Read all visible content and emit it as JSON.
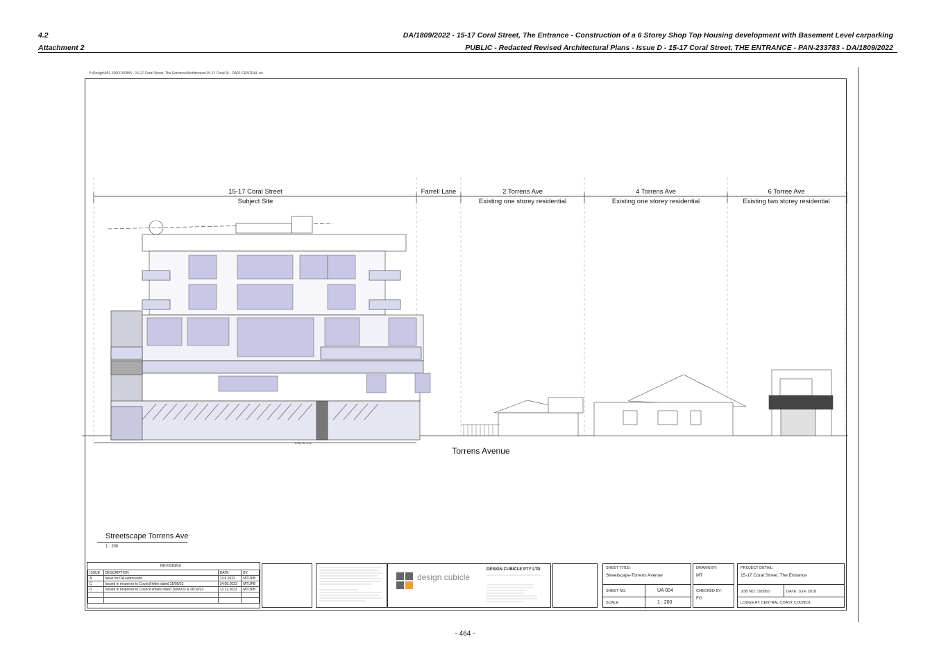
{
  "header": {
    "item_number": "4.2",
    "attachment": "Attachment 2",
    "line1": "DA/1809/2022 - 15-17 Coral Street, The Entrance - Construction of a 6 Storey Shop Top Housing development with Basement Level carparking",
    "line2": "PUBLIC - Redacted Revised Architectural Plans - Issue D - 15-17 Coral Street, THE ENTRANCE - PAN-233783 - DA/1809/2022"
  },
  "file_path": "Y:\\Design\\951-1000\\190955 - 15-17 Coral Street, The Entrance\\Architecture\\15-17 Coral St - DA01-CENTRAL.rvt",
  "sites": [
    {
      "name": "15-17 Coral Street",
      "desc": "Subject Site"
    },
    {
      "name": "Farrell  Lane",
      "desc": ""
    },
    {
      "name": "2 Torrens Ave",
      "desc": "Existing one storey residential"
    },
    {
      "name": "4 Torrens Ave",
      "desc": "Existing one storey residential"
    },
    {
      "name": "6 Torree Ave",
      "desc": "Existing two storey residential"
    }
  ],
  "street_label": "Torrens Avenue",
  "entry_label": "Entry RL 3.11",
  "view_title": "Streetscape Torrens Ave",
  "view_scale": "1 : 200",
  "revisions": {
    "title": "REVISIONS",
    "headers": [
      "ISSUE",
      "DESCRIPTION",
      "DATE",
      "BY"
    ],
    "rows": [
      [
        "A",
        "Issue for DA submission",
        "13.6.2022",
        "MT/JPB"
      ],
      [
        "C",
        "Issued in response to Council letter dated 25/05/23",
        "14.08.2023",
        "MT/JPB"
      ],
      [
        "D",
        "Issued in response to Council emails dated 16/06/23 & 26/10/23",
        "13.12.2023",
        "MT/JPB"
      ]
    ]
  },
  "firm": {
    "name": "DESIGN CUBICLE PTY LTD",
    "logo_text": "design cubicle"
  },
  "sheet": {
    "title_label": "SHEET TITLE:",
    "title": "Streetscape-Torrens Avenue",
    "no_label": "SHEET NO:",
    "no": "UA 004",
    "scale_label": "SCALE:",
    "scale": "1 : 200",
    "drawn_label": "DRAWN BY:",
    "drawn": "MT",
    "checked_label": "CHECKED BY:",
    "checked": "FG"
  },
  "project": {
    "detail_label": "PROJECT DETAIL:",
    "detail": "15-17 Coral Street, The Entrance",
    "job": "JOB NO:  190955",
    "date": "DATE: June 2018",
    "lodge": "LODGE AT:  CENTRAL COAST COUNCIL"
  },
  "page_number": "- 464 -"
}
